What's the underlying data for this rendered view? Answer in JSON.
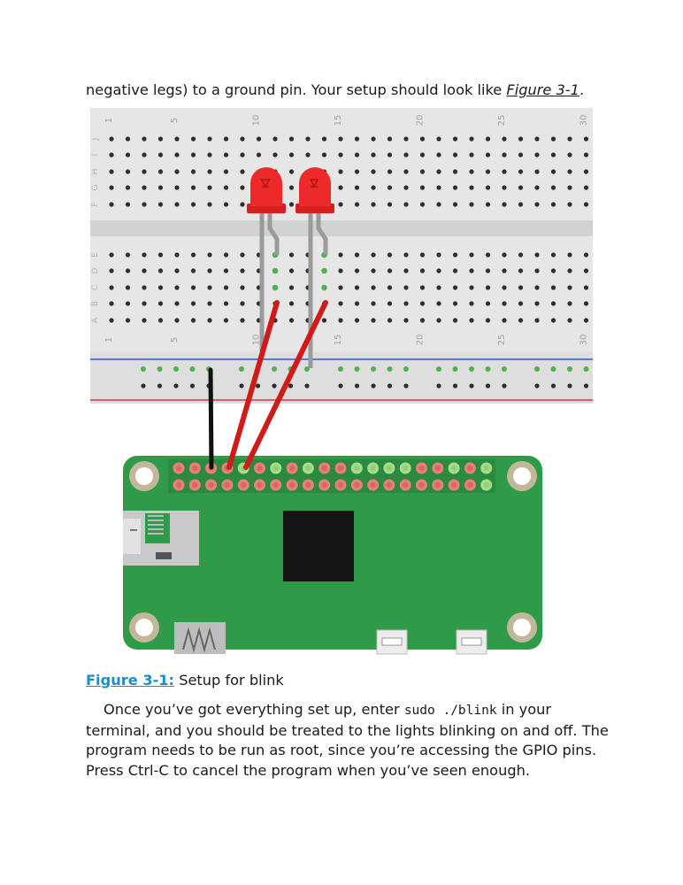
{
  "top_text": {
    "before_ref": "negative legs) to a ground pin. Your setup should look like ",
    "ref": "Figure 3-1",
    "after_ref": "."
  },
  "breadboard": {
    "top_col_labels": [
      "1",
      "5",
      "10",
      "15",
      "20",
      "25",
      "30"
    ],
    "bottom_col_labels": [
      "1",
      "5",
      "10",
      "15",
      "20",
      "25",
      "30"
    ],
    "row_labels_top": [
      "J",
      "I",
      "H",
      "G",
      "F"
    ],
    "row_labels_bottom": [
      "E",
      "D",
      "C",
      "B",
      "A"
    ]
  },
  "colors": {
    "breadboard": "#e4e4e4",
    "hole": "#2e2e2e",
    "green_hole": "#4fb04f",
    "led": "#ec2a2a",
    "wire_red": "#d11a1a",
    "wire_black": "#111111",
    "pcb": "#2f9a48",
    "chip": "#151515",
    "pin_red": "#e8807a",
    "pin_green": "#a6dd8c",
    "rail_blue": "#3355cc",
    "rail_red": "#d23a3a"
  },
  "caption": {
    "label": "Figure 3-1:",
    "text": " Setup for blink"
  },
  "paragraph": {
    "l1_before": "Once you’ve got everything set up, enter ",
    "l1_code": "sudo ./blink",
    "l1_after": " in your",
    "l2": "terminal, and you should be treated to the lights blinking on and off. The",
    "l3": "program needs to be run as root, since you’re accessing the GPIO pins.",
    "l4": "Press Ctrl-C to cancel the program when you’ve seen enough."
  }
}
